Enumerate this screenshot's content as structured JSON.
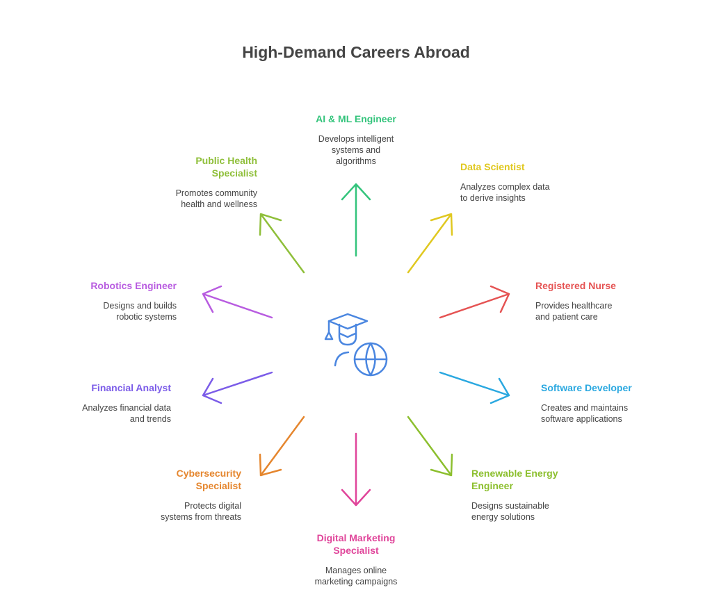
{
  "title": "High-Demand Careers Abroad",
  "center_icon": "graduate-globe-icon",
  "careers": [
    {
      "title": "AI & ML Engineer",
      "desc": "Develops intelligent systems and algorithms",
      "color": "#34c47c"
    },
    {
      "title": "Data Scientist",
      "desc": "Analyzes complex data to derive insights",
      "color": "#e0c820"
    },
    {
      "title": "Registered Nurse",
      "desc": "Provides healthcare and patient care",
      "color": "#e55353"
    },
    {
      "title": "Software Developer",
      "desc": "Creates and maintains software applications",
      "color": "#2aa8e0"
    },
    {
      "title": "Renewable Energy Engineer",
      "desc": "Designs sustainable energy solutions",
      "color": "#8cbf2e"
    },
    {
      "title": "Digital Marketing Specialist",
      "desc": "Manages online marketing campaigns",
      "color": "#e0459a"
    },
    {
      "title": "Cybersecurity Specialist",
      "desc": "Protects digital systems from threats",
      "color": "#e5862e"
    },
    {
      "title": "Financial Analyst",
      "desc": "Analyzes financial data and trends",
      "color": "#7b5ce8"
    },
    {
      "title": "Robotics Engineer",
      "desc": "Designs and builds robotic systems",
      "color": "#b85ce0"
    },
    {
      "title": "Public Health Specialist",
      "desc": "Promotes community health and wellness",
      "color": "#8fbf3a"
    }
  ]
}
